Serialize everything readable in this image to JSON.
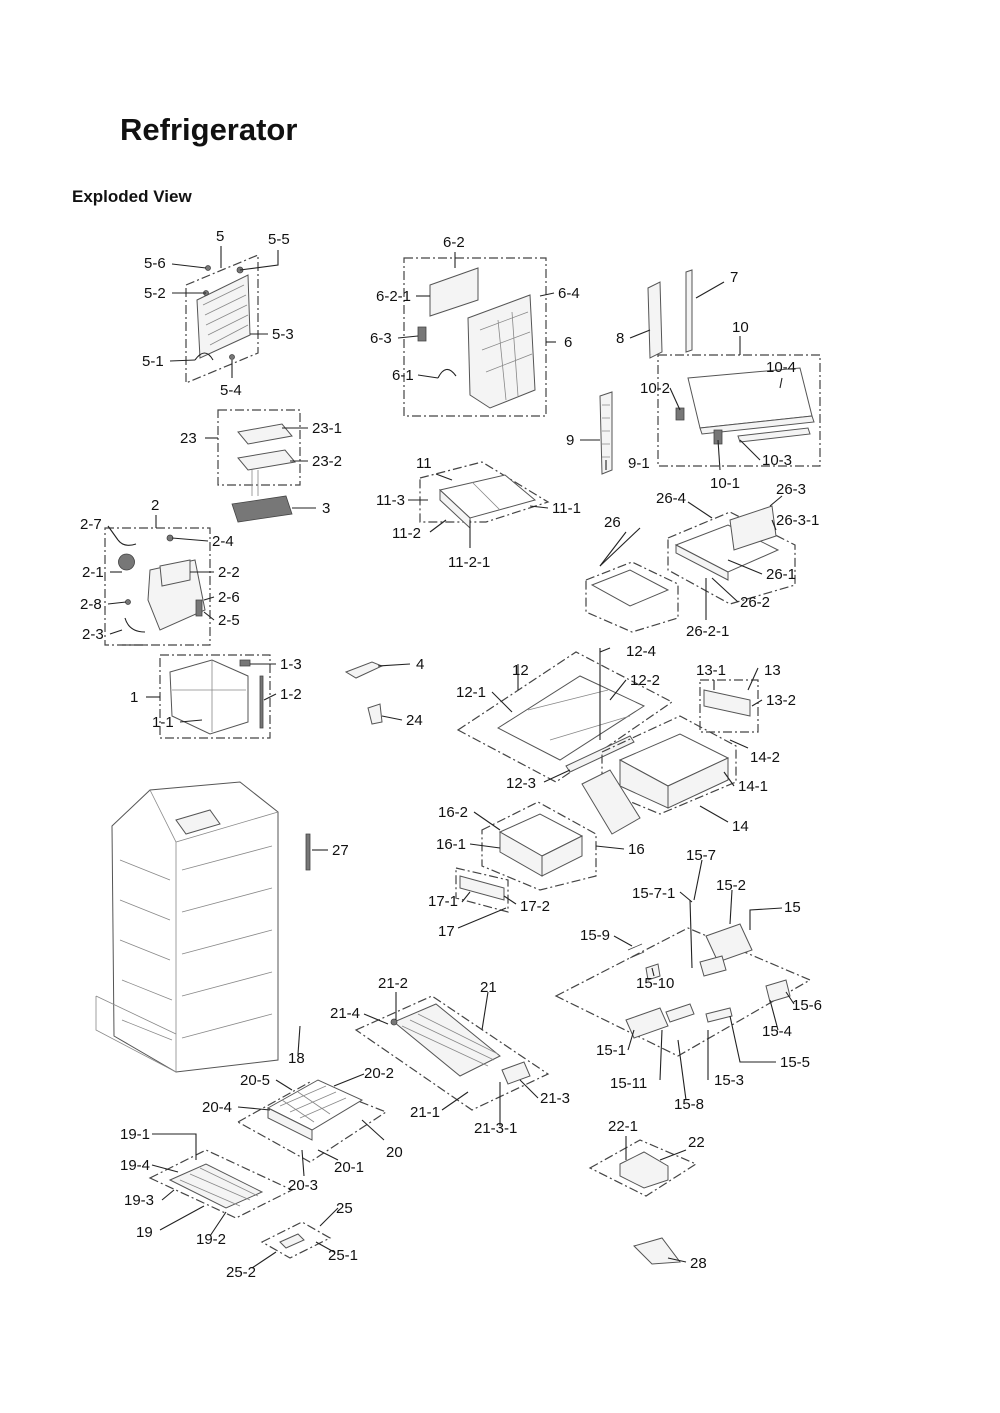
{
  "header": {
    "title": "Refrigerator",
    "subtitle": "Exploded View"
  },
  "diagram": {
    "callouts": [
      "5",
      "5-5",
      "5-6",
      "5-2",
      "5-3",
      "5-1",
      "5-4",
      "6-2",
      "6-2-1",
      "6-4",
      "6-3",
      "6",
      "6-1",
      "7",
      "8",
      "10",
      "10-4",
      "10-2",
      "9",
      "9-1",
      "10-1",
      "10-3",
      "23",
      "23-1",
      "23-2",
      "3",
      "11",
      "11-3",
      "11-1",
      "11-2",
      "11-2-1",
      "2",
      "2-7",
      "2-4",
      "2-1",
      "2-2",
      "2-8",
      "2-6",
      "2-3",
      "2-5",
      "26",
      "26-4",
      "26-3",
      "26-3-1",
      "26-1",
      "26-2",
      "26-2-1",
      "1",
      "1-3",
      "1-2",
      "1-1",
      "4",
      "24",
      "12",
      "12-4",
      "12-1",
      "12-2",
      "12-3",
      "13-1",
      "13",
      "13-2",
      "14-2",
      "14-1",
      "14",
      "16-2",
      "16-1",
      "16",
      "27",
      "17-1",
      "17-2",
      "17",
      "15-7",
      "15-7-1",
      "15-2",
      "15",
      "15-9",
      "15-10",
      "21-2",
      "21",
      "21-4",
      "15-6",
      "15-4",
      "15-1",
      "15-5",
      "18",
      "20-5",
      "20-2",
      "20-4",
      "21-1",
      "21-3",
      "21-3-1",
      "15-11",
      "15-3",
      "15-8",
      "19-1",
      "19-4",
      "20",
      "20-1",
      "20-3",
      "19-3",
      "19",
      "19-2",
      "22-1",
      "22",
      "25",
      "25-1",
      "25-2",
      "28"
    ]
  }
}
